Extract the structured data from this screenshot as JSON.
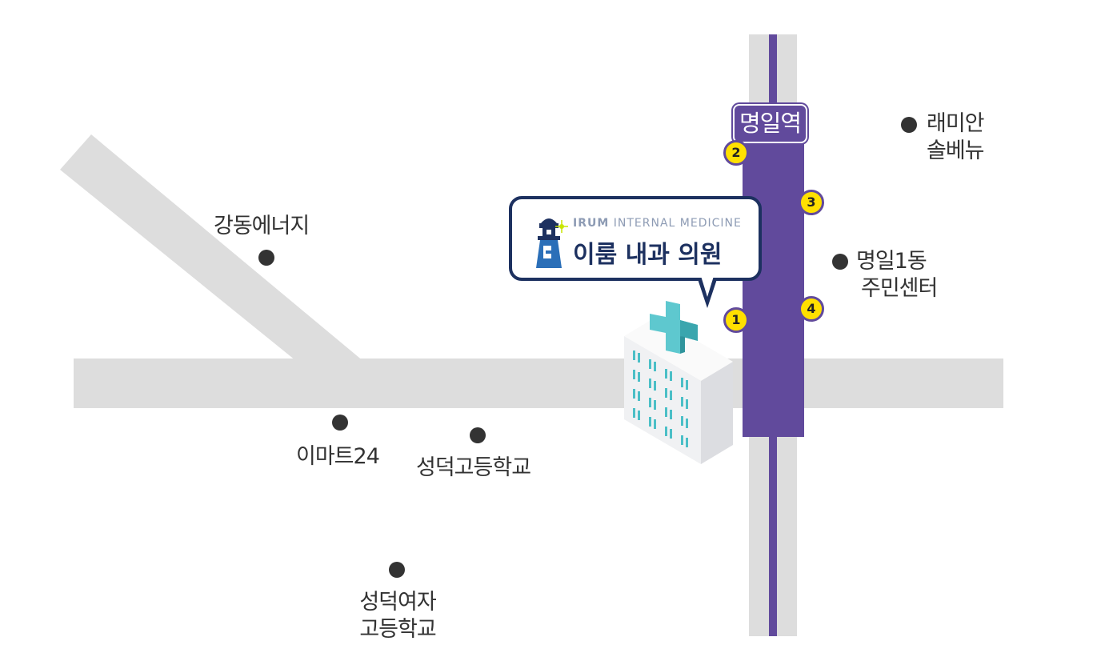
{
  "colors": {
    "road": "#dddddd",
    "metro_line": "#614a9c",
    "exit_badge": "#ffe000",
    "clinic_navy": "#1d3160",
    "hospital_cross": "#5ec8cf",
    "poi_dot": "#333333"
  },
  "station": {
    "name": "명일역"
  },
  "exits": [
    "1",
    "2",
    "3",
    "4"
  ],
  "clinic": {
    "sub_bold": "IRUM",
    "sub_rest": " INTERNAL MEDICINE",
    "name": "이룸 내과 의원",
    "icon": "lighthouse-logo-icon"
  },
  "pois": {
    "gangdong_energy": "강동에너지",
    "emart24": "이마트24",
    "seongdeok_high": "성덕고등학교",
    "seongdeok_girls_line1": "성덕여자",
    "seongdeok_girls_line2": "고등학교",
    "raemian_line1": "래미안",
    "raemian_line2": "솔베뉴",
    "myeongil1_line1": "명일1동",
    "myeongil1_line2": "주민센터"
  }
}
